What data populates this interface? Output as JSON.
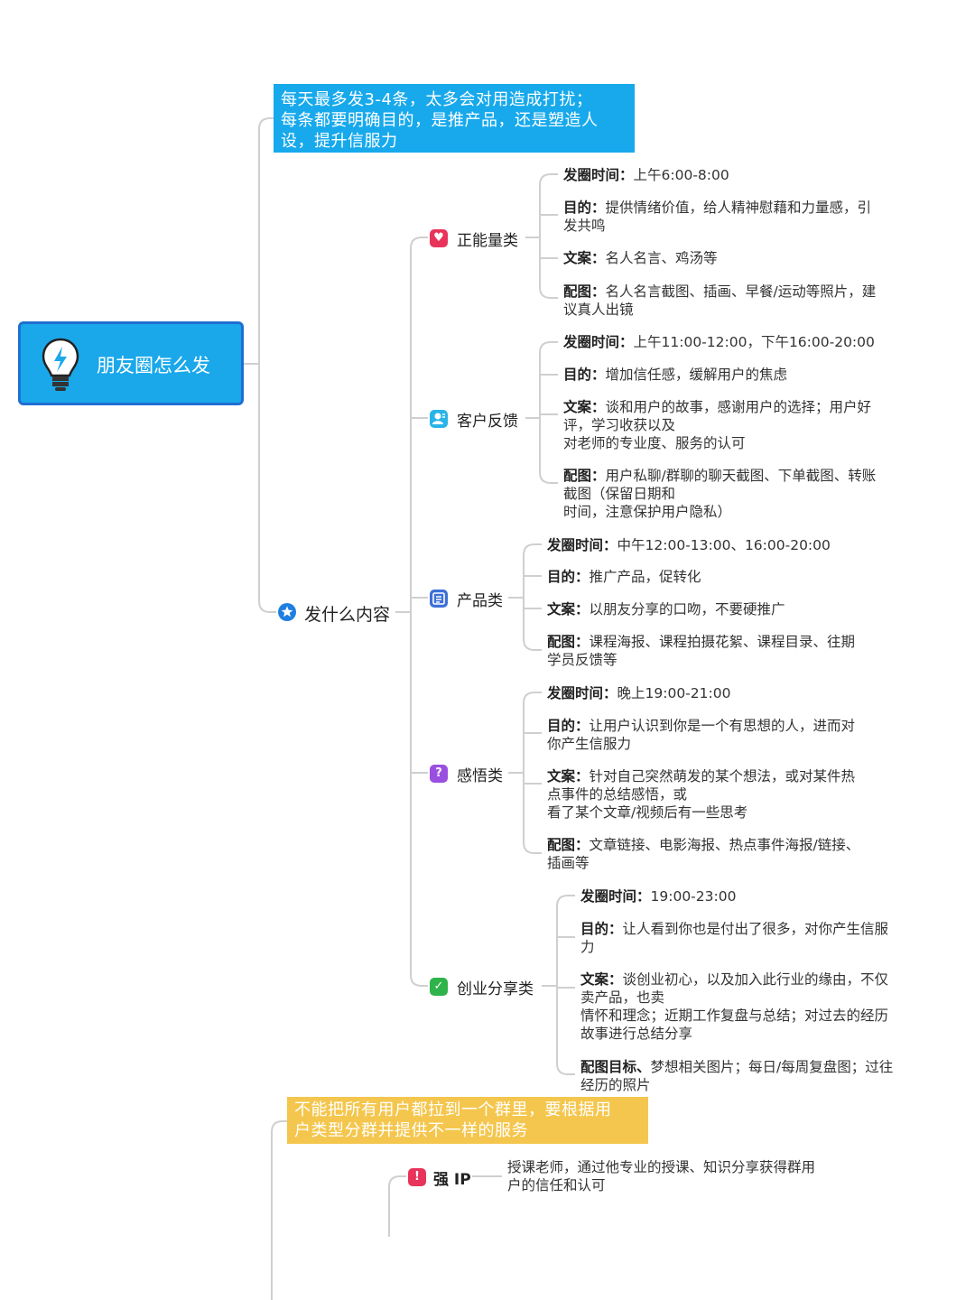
{
  "root": {
    "title": "朋友圈怎么发",
    "icon": "lightbulb-icon"
  },
  "note_top": {
    "lines": [
      "每天最多发3-4条，太多会对用造成打扰；",
      "每条都要明确目的，是推产品，还是塑造人",
      "设，提升信服力"
    ],
    "color": "#17a9ec"
  },
  "section_content": {
    "label": "发什么内容",
    "icon": "star-badge-icon"
  },
  "categories": [
    {
      "label": "正能量类",
      "icon": "heart-icon",
      "color": "#e8345a",
      "leaves": [
        {
          "key": "发圈时间：",
          "lines": [
            "上午6:00-8:00"
          ]
        },
        {
          "key": "目的：",
          "lines": [
            "提供情绪价值，给人精神慰藉和力量感，引",
            "发共鸣"
          ]
        },
        {
          "key": "文案：",
          "lines": [
            "名人名言、鸡汤等"
          ]
        },
        {
          "key": "配图：",
          "lines": [
            "名人名言截图、插画、早餐/运动等照片，建",
            "议真人出镜"
          ]
        }
      ]
    },
    {
      "label": "客户反馈",
      "icon": "person-icon",
      "color": "#28b4e8",
      "leaves": [
        {
          "key": "发圈时间：",
          "lines": [
            "上午11:00-12:00，下午16:00-20:00"
          ]
        },
        {
          "key": "目的：",
          "lines": [
            "增加信任感，缓解用户的焦虑"
          ]
        },
        {
          "key": "文案：",
          "lines": [
            "谈和用户的故事，感谢用户的选择；用户好",
            "评，学习收获以及",
            "对老师的专业度、服务的认可"
          ]
        },
        {
          "key": "配图：",
          "lines": [
            "用户私聊/群聊的聊天截图、下单截图、转账",
            "截图（保留日期和",
            "时间，注意保护用户隐私）"
          ]
        }
      ]
    },
    {
      "label": "产品类",
      "icon": "document-icon",
      "color": "#3d6fd8",
      "leaves": [
        {
          "key": "发圈时间：",
          "lines": [
            "中午12:00-13:00、16:00-20:00"
          ]
        },
        {
          "key": "目的：",
          "lines": [
            "推广产品，促转化"
          ]
        },
        {
          "key": "文案：",
          "lines": [
            "以朋友分享的口吻，不要硬推广"
          ]
        },
        {
          "key": "配图：",
          "lines": [
            "课程海报、课程拍摄花絮、课程目录、往期",
            "学员反馈等"
          ]
        }
      ]
    },
    {
      "label": "感悟类",
      "icon": "question-bubble-icon",
      "color": "#9a4fe0",
      "leaves": [
        {
          "key": "发圈时间：",
          "lines": [
            "晚上19:00-21:00"
          ]
        },
        {
          "key": "目的：",
          "lines": [
            "让用户认识到你是一个有思想的人，进而对",
            "你产生信服力"
          ]
        },
        {
          "key": "文案：",
          "lines": [
            "针对自己突然萌发的某个想法，或对某件热",
            "点事件的总结感悟，或",
            "看了某个文章/视频后有一些思考"
          ]
        },
        {
          "key": "配图：",
          "lines": [
            "文章链接、电影海报、热点事件海报/链接、",
            "插画等"
          ]
        }
      ]
    },
    {
      "label": "创业分享类",
      "icon": "checkmark-icon",
      "color": "#2fb34a",
      "leaves": [
        {
          "key": "发圈时间：",
          "lines": [
            "19:00-23:00"
          ]
        },
        {
          "key": "目的：",
          "lines": [
            "让人看到你也是付出了很多，对你产生信服",
            "力"
          ]
        },
        {
          "key": "文案：",
          "lines": [
            "谈创业初心，以及加入此行业的缘由，不仅",
            "卖产品，也卖",
            "情怀和理念；近期工作复盘与总结；对过去的经历",
            "故事进行总结分享"
          ]
        },
        {
          "key": "配图目标、",
          "lines": [
            "梦想相关图片；每日/每周复盘图；过往",
            "经历的照片"
          ]
        }
      ]
    }
  ],
  "note_bottom": {
    "lines": [
      "不能把所有用户都拉到一个群里，要根据用",
      "户类型分群并提供不一样的服务"
    ],
    "color": "#f4c64d"
  },
  "strong_ip": {
    "label": "强 IP",
    "icon": "exclamation-icon",
    "color": "#e8345a",
    "lines": [
      "授课老师，通过他专业的授课、知识分享获得群用",
      "户的信任和认可"
    ]
  }
}
